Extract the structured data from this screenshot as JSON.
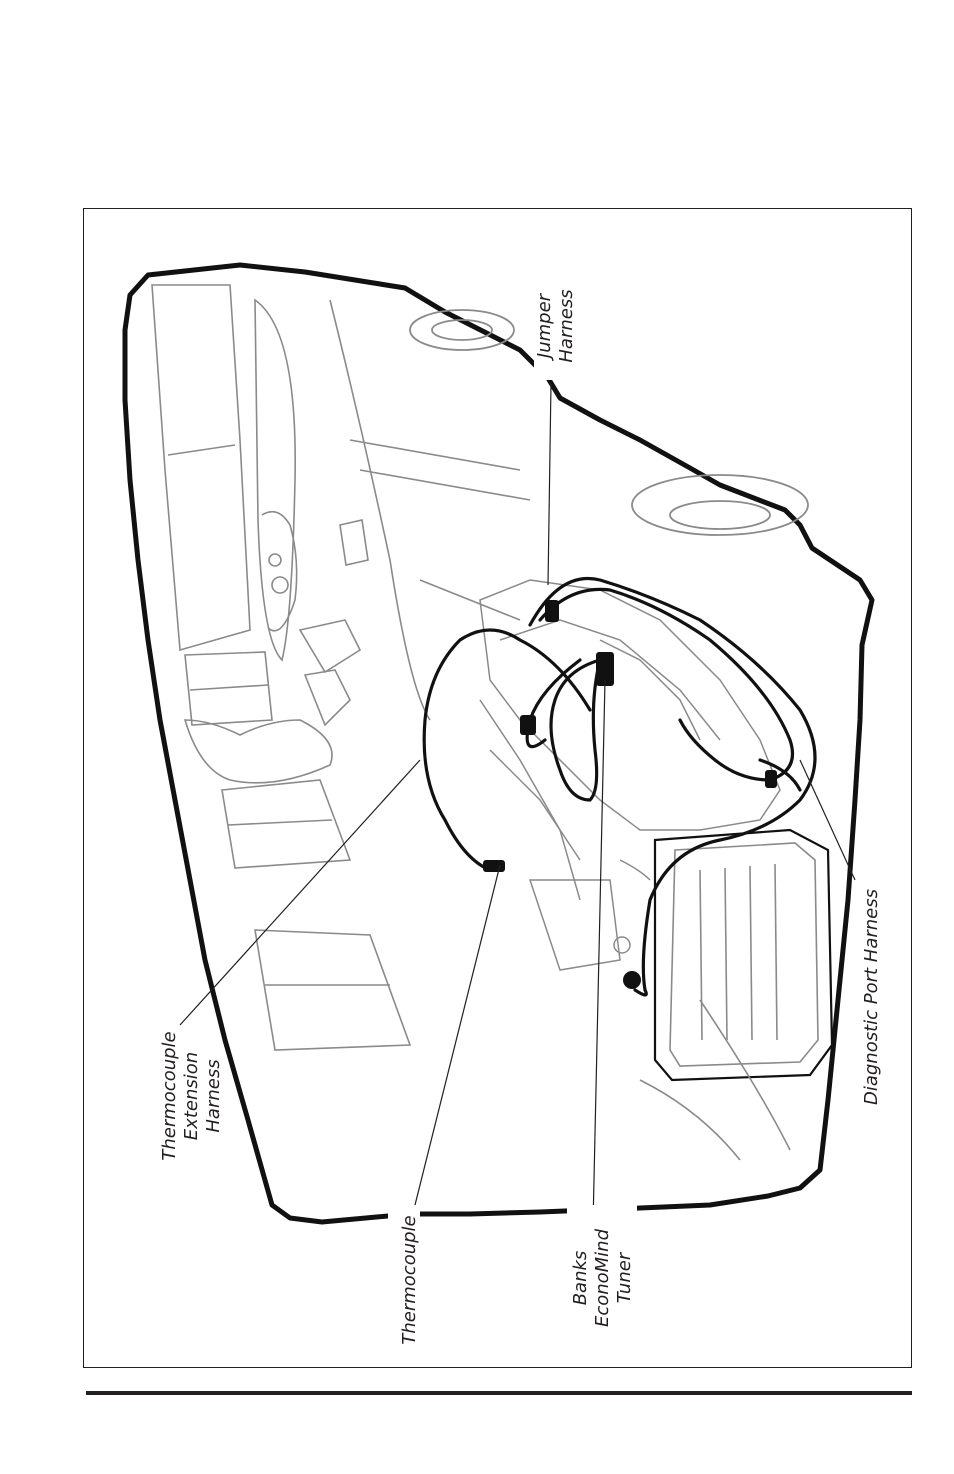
{
  "labels": {
    "jumper": [
      "Jumper",
      "Harness"
    ],
    "thermocouple_ext": [
      "Thermocouple",
      "Extension",
      "Harness"
    ],
    "thermocouple": "Thermocouple",
    "tuner": [
      "Banks",
      "EconoMind",
      "Tuner"
    ],
    "diagnostic": "Diagnostic Port Harness"
  },
  "colors": {
    "ink": "#231f20",
    "sketch": "#8a8a8a",
    "harness": "#111111"
  }
}
